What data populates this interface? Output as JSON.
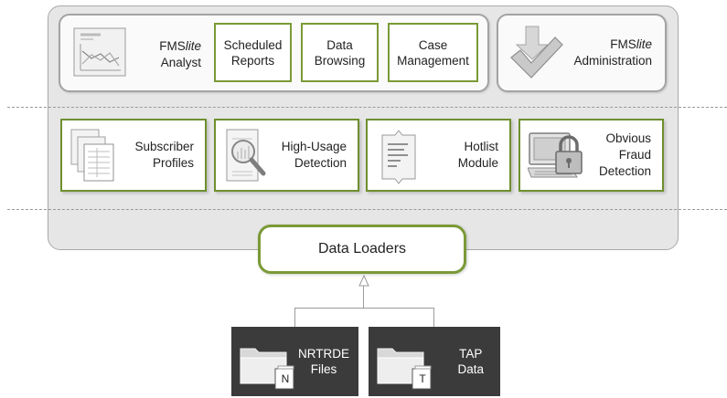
{
  "top_row": {
    "analyst": {
      "line1_prefix": "FMS",
      "line1_italic": "lite",
      "line2": "Analyst"
    },
    "scheduled_reports": {
      "line1": "Scheduled",
      "line2": "Reports"
    },
    "data_browsing": {
      "line1": "Data",
      "line2": "Browsing"
    },
    "case_management": {
      "line1": "Case",
      "line2": "Management"
    },
    "administration": {
      "line1_prefix": "FMS",
      "line1_italic": "lite",
      "line2": "Administration"
    }
  },
  "modules": {
    "subscriber_profiles": {
      "line1": "Subscriber",
      "line2": "Profiles"
    },
    "high_usage_detection": {
      "line1": "High-Usage",
      "line2": "Detection"
    },
    "hotlist_module": {
      "line1": "Hotlist",
      "line2": "Module"
    },
    "obvious_fraud_detection": {
      "line1": "Obvious",
      "line2": "Fraud",
      "line3": "Detection"
    }
  },
  "data_loaders": {
    "label": "Data Loaders"
  },
  "sources": {
    "nrtrde": {
      "line1": "NRTRDE",
      "line2": "Files",
      "badge": "N"
    },
    "tap": {
      "line1": "TAP",
      "line2": "Data",
      "badge": "T"
    }
  },
  "colors": {
    "accent_green": "#7a9a36",
    "panel_gray": "#e6e6e6",
    "source_dark": "#3b3b3b"
  },
  "icons": [
    "chart-icon",
    "check-arrow-icon",
    "documents-icon",
    "magnifier-document-icon",
    "hotlist-document-icon",
    "computer-lock-icon",
    "folder-icon"
  ]
}
